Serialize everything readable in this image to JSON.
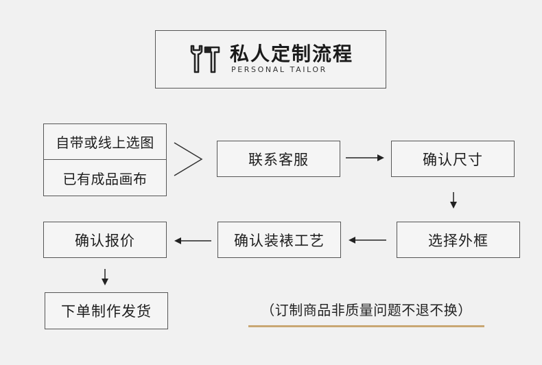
{
  "header": {
    "title": "私人定制流程",
    "subtitle": "PERSONAL TAILOR",
    "icon": "tools-icon"
  },
  "source_options": [
    "自带或线上选图",
    "已有成品画布"
  ],
  "steps": {
    "contact": "联系客服",
    "confirm_size": "确认尺寸",
    "choose_frame": "选择外框",
    "confirm_craft": "确认装裱工艺",
    "confirm_quote": "确认报价",
    "order": "下单制作发货"
  },
  "note": "（订制商品非质量问题不退不换）",
  "colors": {
    "background": "#f1f1f1",
    "border": "#555555",
    "accent_line": "#c9a773"
  }
}
